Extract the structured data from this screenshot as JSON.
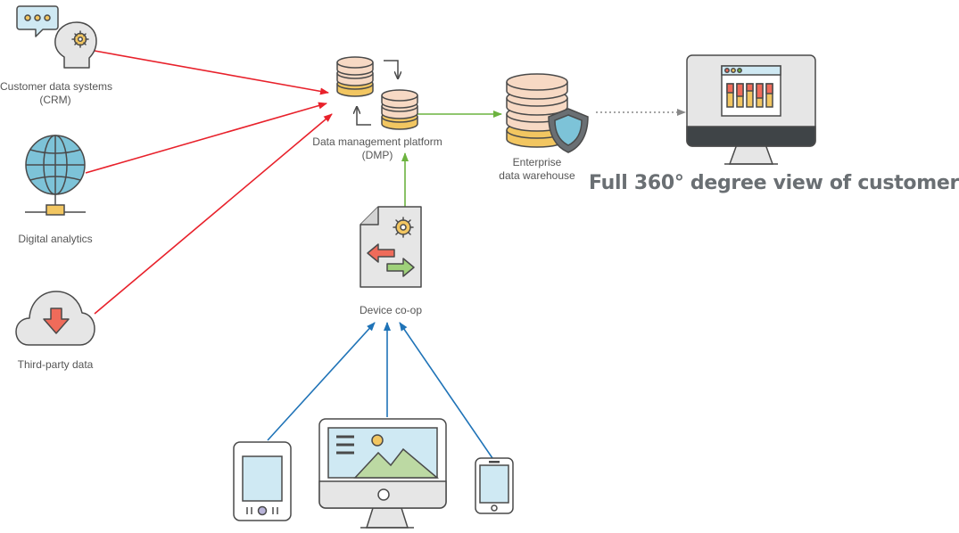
{
  "nodes": {
    "crm": {
      "line1": "Customer data systems",
      "line2": "(CRM)",
      "icon": "head-gear-speech-icon"
    },
    "digital_analytics": {
      "label": "Digital analytics",
      "icon": "globe-network-icon"
    },
    "third_party": {
      "label": "Third-party data",
      "icon": "cloud-download-icon"
    },
    "dmp": {
      "line1": "Data management platform",
      "line2": "(DMP)",
      "icon": "database-sync-icon"
    },
    "warehouse": {
      "line1": "Enterprise",
      "line2": "data warehouse",
      "icon": "database-shield-icon"
    },
    "device_coop": {
      "label": "Device co-op",
      "icon": "document-exchange-icon"
    },
    "view_360": {
      "label": "Full 360° degree view of customer",
      "icon": "monitor-dashboard-icon"
    }
  },
  "devices": [
    {
      "icon": "tablet-icon"
    },
    {
      "icon": "desktop-monitor-icon"
    },
    {
      "icon": "smartphone-icon"
    }
  ],
  "colors": {
    "red_arrow": "#e8212b",
    "green_arrow": "#6cb33f",
    "blue_arrow": "#1f73b7",
    "label_text": "#555555",
    "headline_text": "#6a6f73",
    "outline": "#4a4a4a"
  }
}
